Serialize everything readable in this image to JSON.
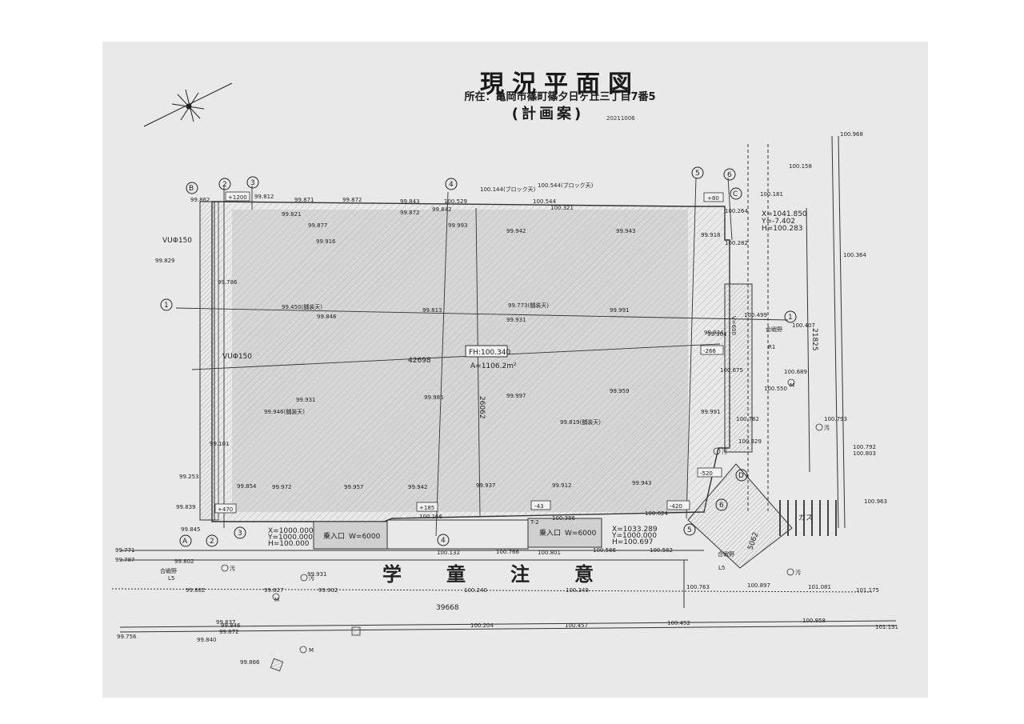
{
  "header": {
    "title": "現況平面図",
    "address": "所在：亀岡市篠町篠夕日ヶ丘三丁目7番5",
    "plan_type": "(計画案)",
    "date_code": "20211006"
  },
  "lot": {
    "fh_label": "FH:100.340",
    "area_label": "A=1106.2m²",
    "width_dim": "42698",
    "depth_dim": "26062",
    "frontage_dim": "39668",
    "east_dim": "21825",
    "corner_dim": "5062"
  },
  "markers": {
    "A": "A",
    "B": "B",
    "C": "C",
    "D": "D",
    "n1": "1",
    "n2": "2",
    "n3": "3",
    "n4": "4",
    "n5": "5",
    "n6": "6"
  },
  "entrances": {
    "left_label": "乗入口",
    "left_width": "W=6000",
    "right_label": "乗入口",
    "right_width": "W=6000"
  },
  "road": {
    "caution_text": "学童注意",
    "gas_label": "ガス"
  },
  "boxes": {
    "b1200": "+1200",
    "b80": "+80",
    "b266": "-266",
    "b520": "-520",
    "b420": "-420",
    "b43": "-43",
    "b185": "+185",
    "b470": "+470"
  },
  "pipes": {
    "vu_top": "VUΦ150",
    "vu_mid": "VUΦ150"
  },
  "coords_ne": {
    "x": "X=1041.850",
    "y": "Y=-7.402",
    "h": "H=100.283"
  },
  "coords_s": {
    "x": "X=1033.289",
    "y": "Y=1000.000",
    "h": "H=100.697"
  },
  "coords_sw": {
    "x": "X=1000.000",
    "y": "Y=1000.000",
    "h": "H=100.000"
  },
  "labels": {
    "block1": "100.144(ブロック天)",
    "block2": "100.544(ブロック天)",
    "paving1": "99.450(舗装天)",
    "paving2": "99.773(舗装天)",
    "paving3": "99.946(舗装天)",
    "paving4": "99.819(舗装天)",
    "kumi1": "合戦野",
    "kumi2": "合戦野",
    "kumi3": "合戦野",
    "m1": "M",
    "m2": "M",
    "m3": "M",
    "o1": "汚",
    "o2": "汚",
    "o3": "汚",
    "o4": "汚",
    "o5": "汚",
    "t2": "T-2",
    "r1": "R1",
    "l5a": "L5",
    "l5b": "L5",
    "v600": "V=600"
  },
  "elevations": {
    "e1": "99.862",
    "e2": "99.812",
    "e3": "99.871",
    "e4": "99.872",
    "e5": "99.843",
    "e6": "99.872",
    "e7": "99.842",
    "e8": "100.529",
    "e9": "100.544",
    "e10": "100.321",
    "e11": "99.821",
    "e12": "99.877",
    "e13": "99.916",
    "e14": "99.993",
    "e15": "99.942",
    "e16": "99.943",
    "e17": "99.918",
    "e18": "99.786",
    "e19": "99.846",
    "e20": "99.813",
    "e21": "99.931",
    "e22": "99.991",
    "e23": "99.934",
    "e24": "99.931",
    "e25": "99.985",
    "e26": "99.997",
    "e27": "99.959",
    "e28": "99.991",
    "e29": "99.904",
    "e30": "99.101",
    "e31": "99.854",
    "e32": "99.972",
    "e33": "99.957",
    "e34": "99.942",
    "e35": "99.937",
    "e36": "99.912",
    "e37": "99.943",
    "e38": "100.166",
    "e39": "100.386",
    "e40": "100.624",
    "e41": "100.132",
    "e42": "100.766",
    "e43": "100.801",
    "e44": "100.586",
    "e45": "100.582",
    "e46": "100.240",
    "e47": "100.349",
    "e48": "100.763",
    "e49": "100.897",
    "e50": "101.081",
    "e51": "101.175",
    "e52": "100.204",
    "e53": "100.457",
    "e54": "100.452",
    "e55": "100.958",
    "e56": "101.131",
    "e57": "100.968",
    "e58": "100.158",
    "e59": "100.181",
    "e60": "100.264",
    "e61": "100.364",
    "e62": "100.282",
    "e63": "100.407",
    "e64": "100.499",
    "e65": "100.675",
    "e66": "100.550",
    "e67": "100.689",
    "e68": "100.782",
    "e69": "100.793",
    "e70": "100.829",
    "e71": "100.963",
    "e72": "100.792",
    "e73": "100.803",
    "e74": "99.882",
    "e75": "99.846",
    "e76": "99.837",
    "e77": "99.840",
    "e78": "99.872",
    "e79": "99.866",
    "e80": "99.756",
    "e81": "99.829",
    "e82": "99.253",
    "e83": "99.839",
    "e84": "99.845",
    "e85": "99.771",
    "e86": "99.787",
    "e87": "99.802",
    "e88": "99.931",
    "e89": "99.902",
    "e90": "99.827"
  }
}
